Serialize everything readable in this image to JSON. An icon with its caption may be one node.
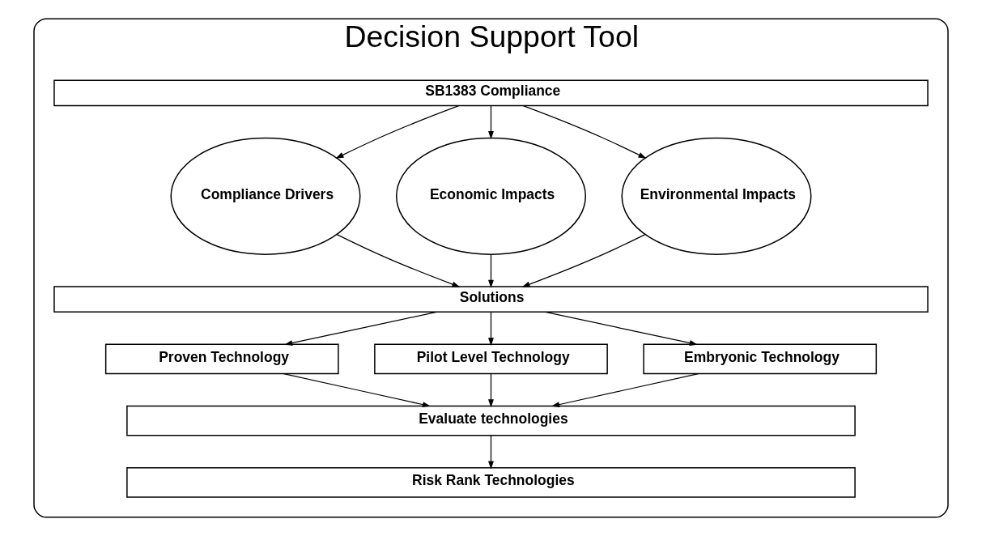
{
  "diagram": {
    "nodes": [
      {
        "text": [
          "Decision Support Tool"
        ]
      },
      {
        "text": [
          "SB1383 Compliance"
        ],
        "in": 0
      },
      {
        "text": [
          "Compliance Drivers"
        ],
        "in": 0
      },
      {
        "text": [
          "Economic Impacts"
        ],
        "in": 0
      },
      {
        "text": [
          "Environmental Impacts"
        ],
        "in": 0
      },
      {
        "text": [
          "Solutions"
        ],
        "in": 0
      },
      {
        "text": [
          "Proven Technology"
        ],
        "in": 0
      },
      {
        "text": [
          "Pilot Level Technology"
        ],
        "in": 0
      },
      {
        "text": [
          "Embryonic Technology"
        ],
        "in": 0
      },
      {
        "text": [
          "Evaluate technologies"
        ],
        "in": 0
      },
      {
        "text": [
          "Risk Rank Technologies"
        ],
        "in": 0
      }
    ],
    "edges": [
      {
        "from": 1,
        "to": 2,
        "arrow": "to"
      },
      {
        "from": 1,
        "to": 3,
        "arrow": "to"
      },
      {
        "from": 1,
        "to": 4,
        "arrow": "to"
      },
      {
        "from": 2,
        "to": 5,
        "arrow": "to"
      },
      {
        "from": 3,
        "to": 5,
        "arrow": "to"
      },
      {
        "from": 4,
        "to": 5,
        "arrow": "to"
      },
      {
        "from": 5,
        "to": 6,
        "arrow": "to"
      },
      {
        "from": 5,
        "to": 7,
        "arrow": "to"
      },
      {
        "from": 5,
        "to": 8,
        "arrow": "to"
      },
      {
        "from": 6,
        "to": 9,
        "arrow": "to"
      },
      {
        "from": 7,
        "to": 9,
        "arrow": "to"
      },
      {
        "from": 8,
        "to": 9,
        "arrow": "to"
      },
      {
        "from": 9,
        "to": 10,
        "arrow": "to"
      }
    ]
  }
}
